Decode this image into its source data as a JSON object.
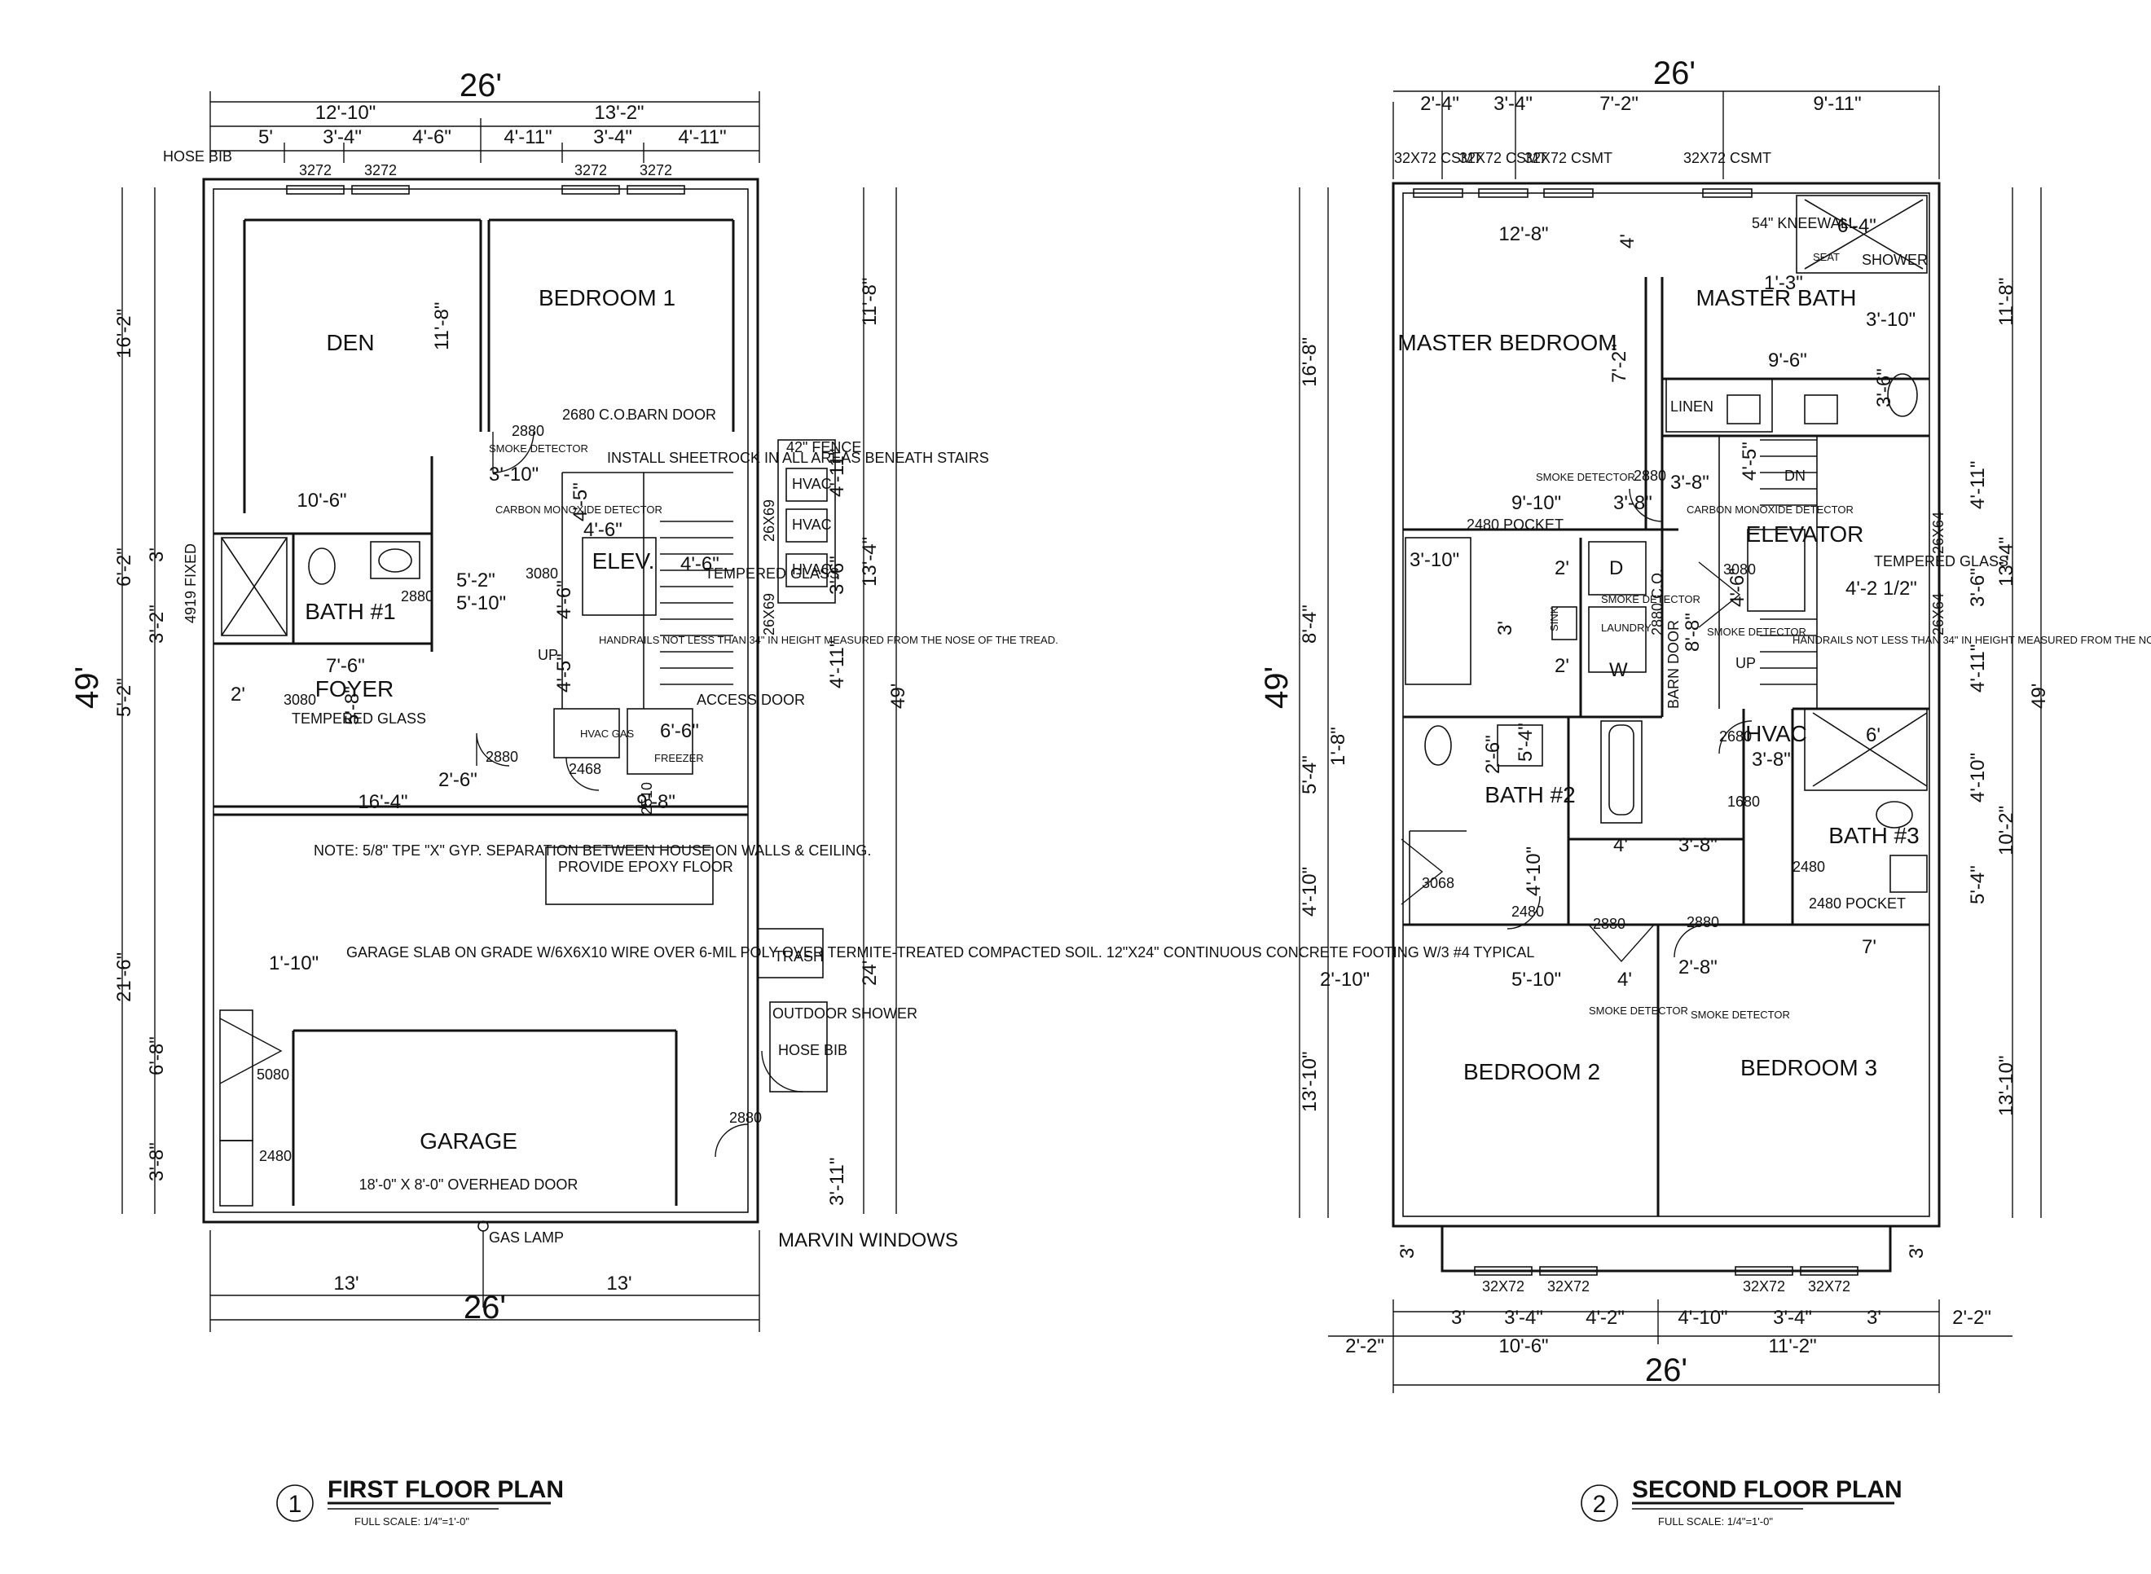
{
  "first_floor": {
    "title": "FIRST FLOOR PLAN",
    "number": "1",
    "scale": "FULL SCALE: 1/4\"=1'-0\"",
    "top_dims": {
      "overall": "26'",
      "left": "12'-10\"",
      "right": "13'-2\"",
      "segments": [
        "5'",
        "3'-4\"",
        "4'-6\"",
        "4'-11\"",
        "3'-4\"",
        "4'-11\""
      ]
    },
    "bottom_dims": {
      "overall": "26'",
      "left": "13'",
      "right": "13'"
    },
    "left_dims": [
      "16'-2\"",
      "6'-2\"",
      "3'",
      "3'-2\"",
      "5'-2\"",
      "49'",
      "21'-6\"",
      "6'-8\"",
      "3'-8\""
    ],
    "right_dims": [
      "11'-8\"",
      "4'-11\"",
      "3'-6\"",
      "13'-4\"",
      "4'-11\"",
      "49'",
      "24'",
      "3'-11\""
    ],
    "rooms": {
      "den": "DEN",
      "bedroom1": "BEDROOM 1",
      "bath1": "BATH #1",
      "foyer": "FOYER",
      "elev": "ELEV.",
      "garage": "GARAGE"
    },
    "windows": [
      "3272",
      "3272",
      "3272",
      "3272"
    ],
    "labels": {
      "hose_bib": "HOSE BIB",
      "window_fixed": "4919 FIXED",
      "d2880a": "2880",
      "d2680co": "2680 C.O.",
      "barn_door": "BARN DOOR",
      "smoke": "SMOKE DETECTOR",
      "carbon": "CARBON MONOXIDE DETECTOR",
      "d3_10": "3'-10\"",
      "d4_5": "4'-5\"",
      "d11_8": "11'-8\"",
      "sheetrock": "INSTALL SHEETROCK IN ALL AREAS BENEATH STAIRS",
      "d10_6": "10'-6\"",
      "d4_6a": "4'-6\"",
      "d4_6b": "4'-6\"",
      "d4_6c": "4'-6\"",
      "d5_2": "5'-2\"",
      "d5_10": "5'-10\"",
      "d3080a": "3080",
      "d2880b": "2880",
      "tempered_a": "TEMPERED GLASS",
      "fence": "42\" FENCE",
      "hvac1": "HVAC",
      "hvac2": "HVAC",
      "hvac3": "HVAC",
      "w26x69a": "26X69",
      "w26x69b": "26X69",
      "d7_6": "7'-6\"",
      "d2": "2'",
      "d3080b": "3080",
      "tempered_b": "TEMPERED GLASS",
      "d5_8": "5'-8\"",
      "up": "UP",
      "d4_5b": "4'-5\"",
      "handrails": "HANDRAILS NOT LESS THAN 34\" IN HEIGHT MEASURED FROM THE NOSE OF THE TREAD.",
      "access": "ACCESS DOOR",
      "hvac_gas": "HVAC GAS",
      "d6_6": "6'-6\"",
      "freezer": "FREEZER",
      "d2468": "2468",
      "d2880c": "2880",
      "d2_6": "2'-6\"",
      "d16_4": "16'-4\"",
      "d9_8": "9'-8\"",
      "d2510": "2510",
      "note": "NOTE: 5/8\" TPE \"X\" GYP. SEPARATION BETWEEN HOUSE ON WALLS & CEILING.",
      "epoxy": "PROVIDE EPOXY FLOOR",
      "d1_10": "1'-10\"",
      "slab": "GARAGE SLAB ON GRADE W/6X6X10 WIRE OVER 6-MIL POLY OVER TERMITE-TREATED COMPACTED SOIL. 12\"X24\" CONTINUOUS CONCRETE FOOTING W/3 #4 TYPICAL",
      "trash": "TRASH",
      "shower": "OUTDOOR SHOWER",
      "hose_bib2": "HOSE BIB",
      "d5080": "5080",
      "d2480": "2480",
      "d2880d": "2880",
      "overhead": "18'-0\" X 8'-0\" OVERHEAD DOOR",
      "gas_lamp": "GAS LAMP",
      "marvin": "MARVIN WINDOWS"
    }
  },
  "second_floor": {
    "title": "SECOND FLOOR PLAN",
    "number": "2",
    "scale": "FULL SCALE: 1/4\"=1'-0\"",
    "top_dims": {
      "overall": "26'",
      "segments": [
        "2'-4\"",
        "3'-4\"",
        "7'-2\"",
        "9'-11\""
      ]
    },
    "bottom_dims": {
      "overall": "26'",
      "left": "10'-6\"",
      "right": "11'-2\"",
      "outer_left": "2'-2\"",
      "outer_right": "2'-2\"",
      "segments": [
        "3'",
        "3'-4\"",
        "4'-2\"",
        "4'-10\"",
        "3'-4\"",
        "3'"
      ]
    },
    "left_dims": [
      "16'-8\"",
      "8'-4\"",
      "49'",
      "5'-4\"",
      "4'-10\"",
      "13'-10\"",
      "3'"
    ],
    "right_dims": [
      "11'-8\"",
      "4'-11\"",
      "3'-6\"",
      "13'-4\"",
      "4'-11\"",
      "49'",
      "4'-10\"",
      "10'-2\"",
      "5'-4\"",
      "13'-10\"",
      "3'"
    ],
    "rooms": {
      "master_bedroom": "MASTER BEDROOM",
      "master_bath": "MASTER BATH",
      "elevator": "ELEVATOR",
      "bath2": "BATH #2",
      "bath3": "BATH #3",
      "bedroom2": "BEDROOM 2",
      "bedroom3": "BEDROOM 3",
      "hvac": "HVAC",
      "linen": "LINEN",
      "laundry": "LAUNDRY"
    },
    "windows": [
      "32X72 CSMT",
      "32X72 CSMT",
      "32X72 CSMT",
      "32X72 CSMT"
    ],
    "bottom_windows": [
      "32X72",
      "32X72",
      "32X72",
      "32X72"
    ],
    "labels": {
      "d12_8": "12'-8\"",
      "d4": "4'",
      "kneewall": "54\" KNEEWALL",
      "d6_4": "6'-4\"",
      "seat": "SEAT",
      "showerlbl": "SHOWER",
      "d1_3": "1'-3\"",
      "d3_10": "3'-10\"",
      "d7_2": "7'-2\"",
      "d9_6": "9'-6\"",
      "d3_6": "3'-6\"",
      "smoke1": "SMOKE DETECTOR",
      "d9_10": "9'-10\"",
      "d2880": "2880",
      "d3_8a": "3'-8\"",
      "d3_8b": "3'-8\"",
      "d4_5": "4'-5\"",
      "dn": "DN",
      "pocket1": "2480 POCKET",
      "carbon": "CARBON MONOXIDE DETECTOR",
      "w26x64a": "26X64",
      "w26x64b": "26X64",
      "d3_10b": "3'-10\"",
      "d2a": "2'",
      "d2b": "2'",
      "d3": "3'",
      "washer": "W",
      "dryer": "D",
      "sink": "SINK",
      "smoke2": "SMOKE DETECTOR",
      "d2880co": "2880 C.O.",
      "barn": "BARN DOOR",
      "d3080": "3080",
      "d4_6": "4'-6\"",
      "tempered": "TEMPERED GLASS",
      "d4_2": "4'-2 1/2\"",
      "d8_8": "8'-8\"",
      "smoke3": "SMOKE DETECTOR",
      "handrails": "HANDRAILS NOT LESS THAN 34\" IN HEIGHT MEASURED FROM THE NOSE OF THE TREAD.",
      "up": "UP",
      "d1_8": "1'-8\"",
      "d2_6": "2'-6\"",
      "d5_4": "5'-4\"",
      "d2680": "2680",
      "d3_8c": "3'-8\"",
      "d6": "6'",
      "d1680": "1680",
      "d4b": "4'",
      "d3_8d": "3'-8\"",
      "d3068": "3068",
      "d4_10": "4'-10\"",
      "d2480a": "2480",
      "d2480b": "2480",
      "pocket2": "2480 POCKET",
      "d2880a": "2880",
      "d2880b": "2880",
      "d7": "7'",
      "d2_8": "2'-8\"",
      "d2_10": "2'-10\"",
      "d5_10": "5'-10\"",
      "d4c": "4'",
      "smoke4": "SMOKE DETECTOR",
      "smoke5": "SMOKE DETECTOR"
    }
  }
}
